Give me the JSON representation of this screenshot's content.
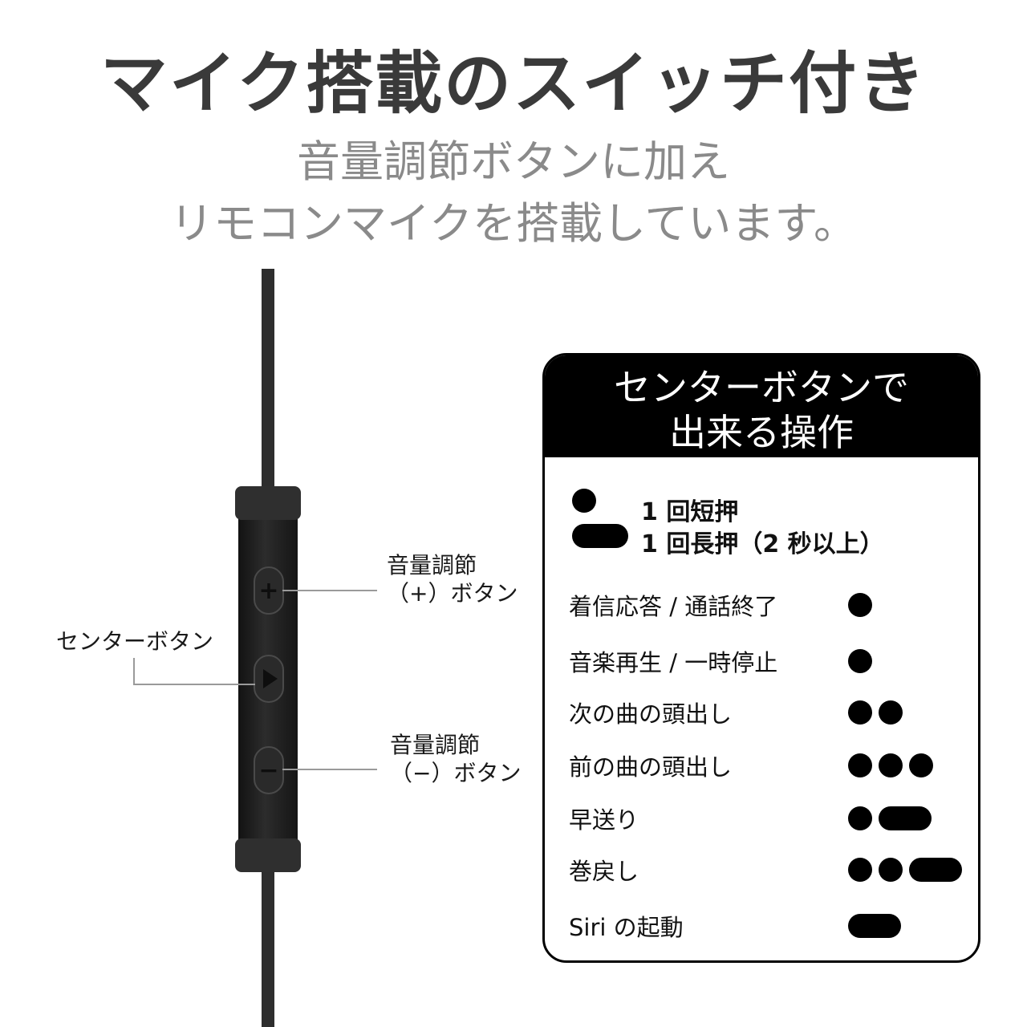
{
  "headline": "マイク搭載のスイッチ付き",
  "subline_1": "音量調節ボタンに加え",
  "subline_2": "リモコンマイクを搭載しています。",
  "remote": {
    "plus_symbol": "+",
    "minus_symbol": "−",
    "label_vol_up_1": "音量調節",
    "label_vol_up_2": "（+）ボタン",
    "label_center": "センターボタン",
    "label_vol_down_1": "音量調節",
    "label_vol_down_2": "（−）ボタン"
  },
  "box": {
    "title_1": "センターボタンで",
    "title_2": "出来る操作",
    "legend_short": "1 回短押",
    "legend_long": "1 回長押（2 秒以上）",
    "operations": [
      {
        "label": "着信応答 / 通話終了",
        "pattern": [
          "short"
        ]
      },
      {
        "label": "音楽再生 / 一時停止",
        "pattern": [
          "short"
        ]
      },
      {
        "label": "次の曲の頭出し",
        "pattern": [
          "short",
          "short"
        ]
      },
      {
        "label": "前の曲の頭出し",
        "pattern": [
          "short",
          "short",
          "short"
        ]
      },
      {
        "label": "早送り",
        "pattern": [
          "short",
          "long"
        ]
      },
      {
        "label": "巻戻し",
        "pattern": [
          "short",
          "short",
          "long"
        ]
      },
      {
        "label": "Siri の起動",
        "pattern": [
          "long"
        ]
      }
    ]
  }
}
